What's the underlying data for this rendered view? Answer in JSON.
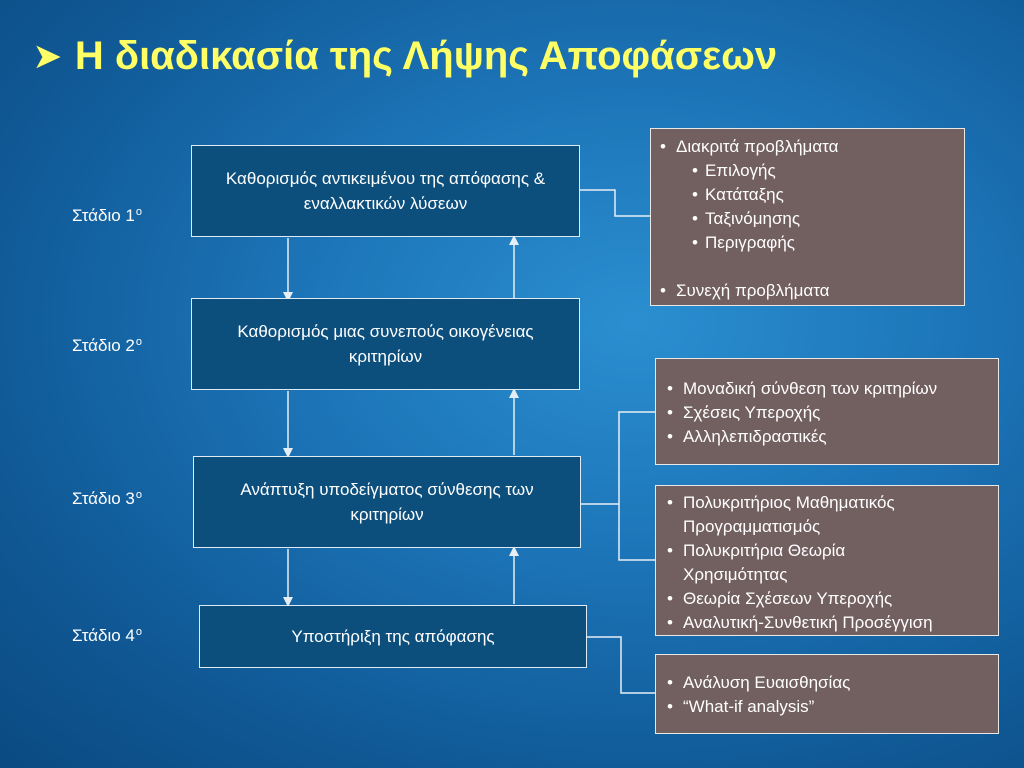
{
  "title": "Η διαδικασία της Λήψης Αποφάσεων",
  "icons": {
    "title_bullet": "arrow-bullet-icon",
    "list_bullet": "bullet-icon"
  },
  "colors": {
    "title": "#ffff66",
    "background": "#1c74b7",
    "step_box": "#0d4f7c",
    "note_box": "#725f60",
    "connector": "#e6eef5"
  },
  "stages": [
    {
      "label": "Στάδιο 1",
      "suffix": "ο"
    },
    {
      "label": "Στάδιο 2",
      "suffix": "ο"
    },
    {
      "label": "Στάδιο 3",
      "suffix": "ο"
    },
    {
      "label": "Στάδιο 4",
      "suffix": "ο"
    }
  ],
  "steps": [
    {
      "text": "Καθορισμός αντικειμένου της απόφασης & εναλλακτικών λύσεων"
    },
    {
      "text": "Καθορισμός μιας συνεπούς οικογένειας κριτηρίων"
    },
    {
      "text": "Ανάπτυξη υποδείγματος σύνθεσης των κριτηρίων"
    },
    {
      "text": "Υποστήριξη της απόφασης"
    }
  ],
  "notes": {
    "problem_types": {
      "discrete": "Διακριτά προβλήματα",
      "discrete_subtypes": [
        "Επιλογής",
        "Κατάταξης",
        "Ταξινόμησης",
        "Περιγραφής"
      ],
      "continuous": "Συνεχή προβλήματα"
    },
    "synthesis_approaches": [
      "Μοναδική σύνθεση των κριτηρίων",
      "Σχέσεις Υπεροχής",
      "Αλληλεπιδραστικές"
    ],
    "methods": [
      {
        "line1": "Πολυκριτήριος Μαθηματικός",
        "line2": "Προγραμματισμός"
      },
      {
        "line1": "Πολυκριτήρια Θεωρία",
        "line2": "Χρησιμότητας"
      },
      {
        "line1": "Θεωρία Σχέσεων Υπεροχής",
        "line2": ""
      },
      {
        "line1": "Αναλυτική-Συνθετική Προσέγγιση",
        "line2": ""
      }
    ],
    "support": [
      "Ανάλυση Ευαισθησίας",
      "“What-if analysis”"
    ]
  }
}
